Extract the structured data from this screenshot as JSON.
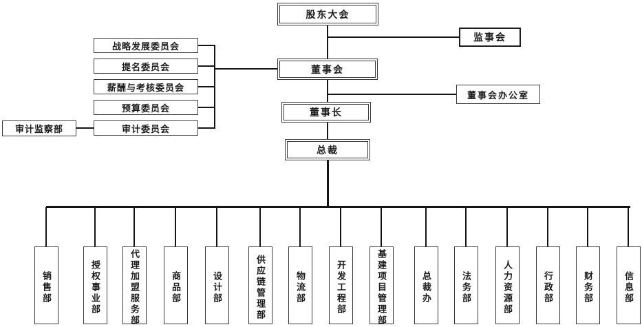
{
  "nodes": {
    "shareholders_meeting": {
      "label": "股东大会"
    },
    "supervisory_board": {
      "label": "监事会"
    },
    "board_of_directors": {
      "label": "董事会"
    },
    "board_office": {
      "label": "董事会办公室"
    },
    "chairman": {
      "label": "董事长"
    },
    "president": {
      "label": "总裁"
    },
    "audit_supervision_dept": {
      "label": "审计监察部"
    }
  },
  "committees": [
    {
      "label": "战略发展委员会"
    },
    {
      "label": "提名委员会"
    },
    {
      "label": "薪酬与考核委员会"
    },
    {
      "label": "预算委员会"
    },
    {
      "label": "审计委员会"
    }
  ],
  "departments": [
    {
      "label": "销售部"
    },
    {
      "label": "授权事业部"
    },
    {
      "label": "代理加盟服务部"
    },
    {
      "label": "商品部"
    },
    {
      "label": "设计部"
    },
    {
      "label": "供应链管理部"
    },
    {
      "label": "物流部"
    },
    {
      "label": "开发工程部"
    },
    {
      "label": "基建项目管理部"
    },
    {
      "label": "总裁办"
    },
    {
      "label": "法务部"
    },
    {
      "label": "人力资源部"
    },
    {
      "label": "行政部"
    },
    {
      "label": "财务部"
    },
    {
      "label": "信息部"
    }
  ],
  "colors": {
    "line": "#141414",
    "border": "#3a3a3a",
    "background": "#ffffff"
  }
}
